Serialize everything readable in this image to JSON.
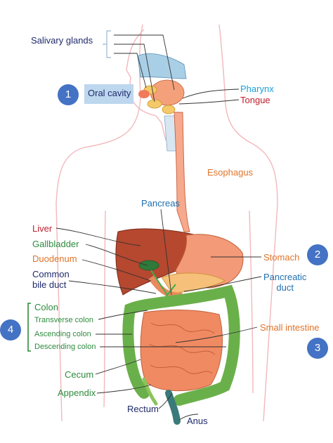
{
  "labels": {
    "salivary_glands": "Salivary glands",
    "oral_cavity": "Oral cavity",
    "pharynx": "Pharynx",
    "tongue": "Tongue",
    "esophagus": "Esophagus",
    "pancreas": "Pancreas",
    "liver": "Liver",
    "gallbladder": "Gallbladder",
    "duodenum": "Duodenum",
    "common_bile_duct": "Common\nbile duct",
    "stomach": "Stomach",
    "pancreatic_duct": "Pancreatic\nduct",
    "colon": "Colon",
    "transverse_colon": "Transverse colon",
    "ascending_colon": "Ascending colon",
    "descending_colon": "Descending colon",
    "small_intestine": "Small intestine",
    "cecum": "Cecum",
    "appendix": "Appendix",
    "rectum": "Rectum",
    "anus": "Anus"
  },
  "badges": {
    "b1": "1",
    "b2": "2",
    "b3": "3",
    "b4": "4"
  },
  "colors": {
    "badge_blue": "#4472c4",
    "oral_highlight": "#bdd7ee",
    "navy": "#1f2a6b",
    "red": "#c0202c",
    "green": "#2e8b3e",
    "orange": "#e0742a",
    "cyan": "#1aa0d8",
    "body_outline": "#f2b8bc"
  }
}
